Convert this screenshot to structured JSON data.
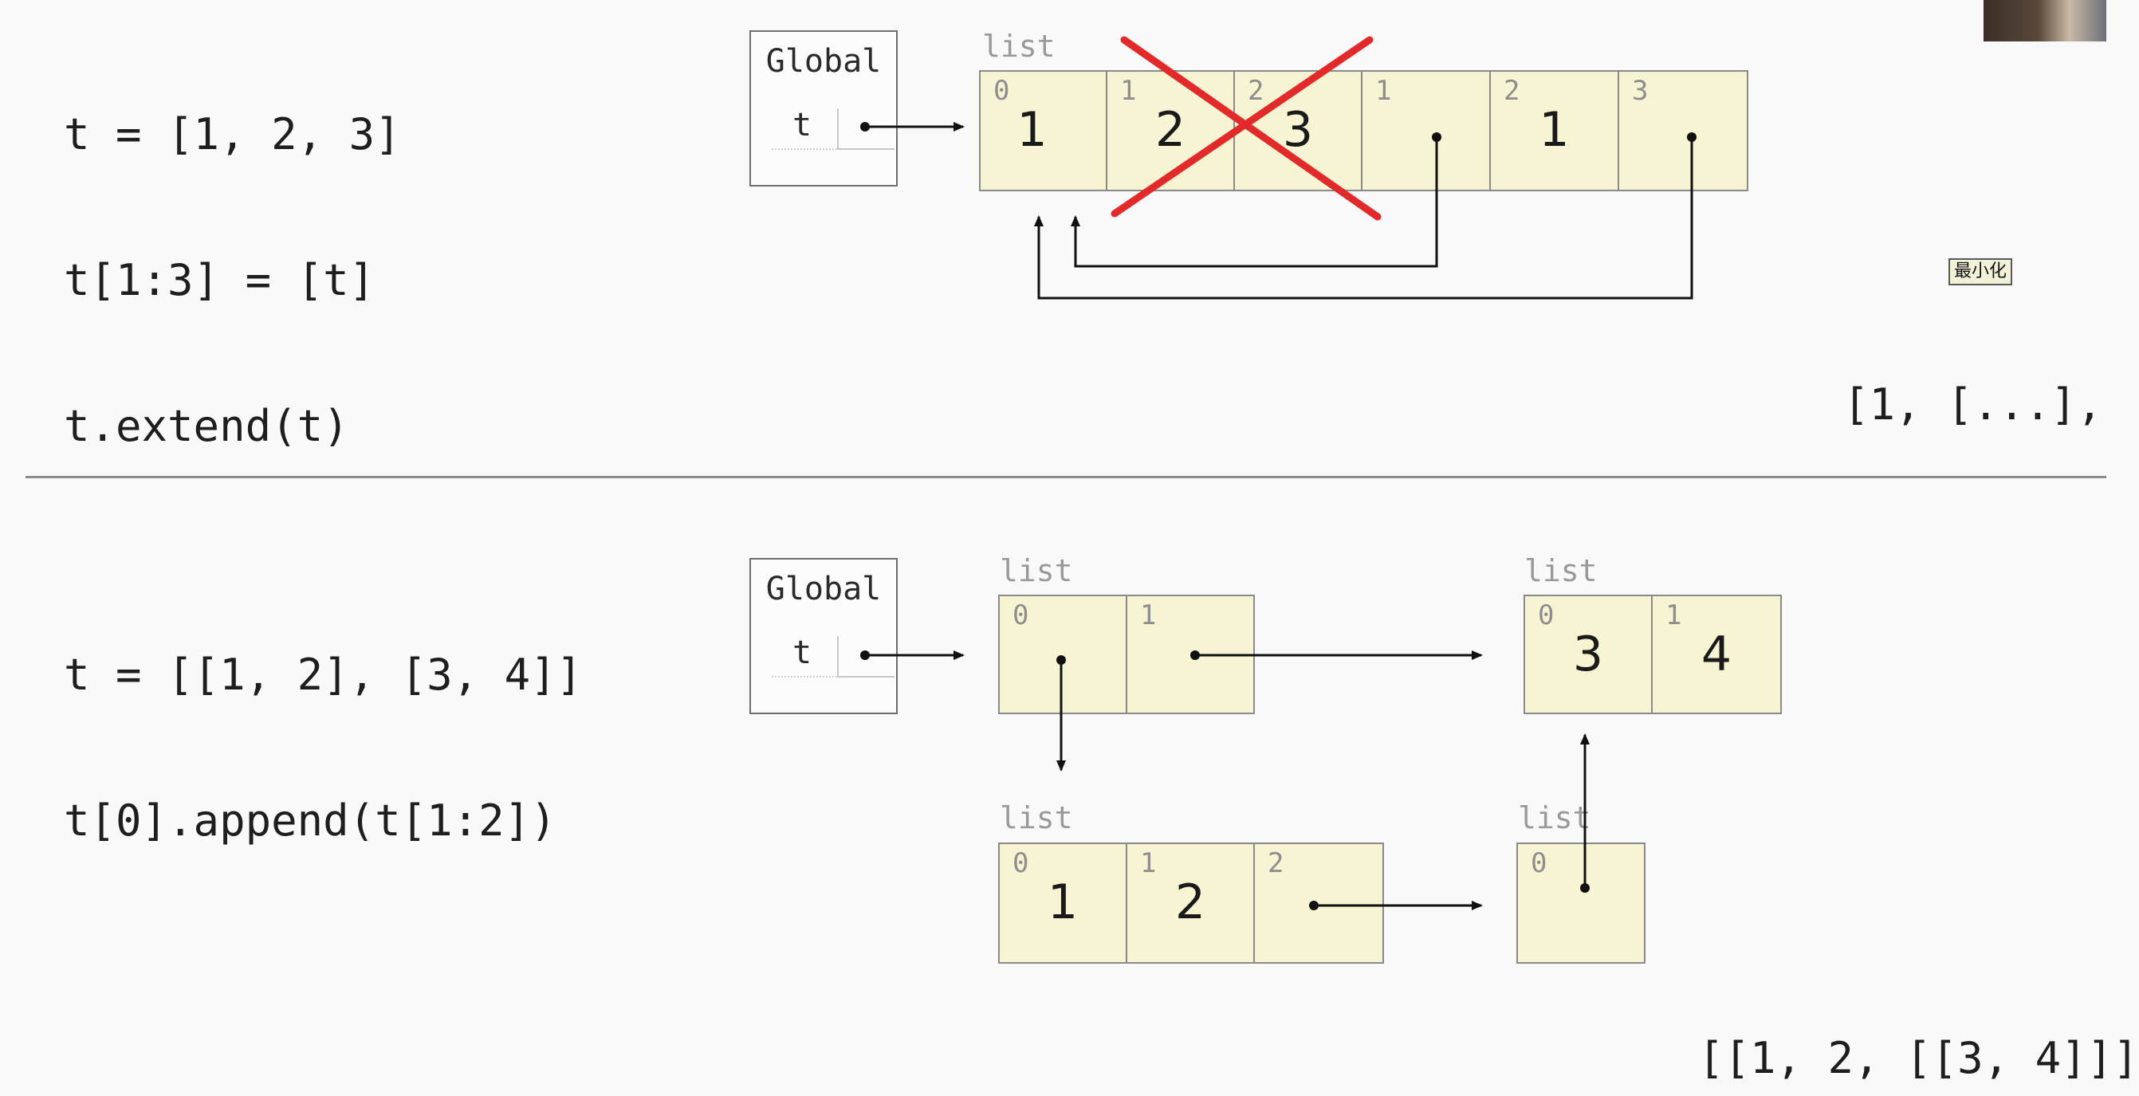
{
  "top": {
    "code": [
      "t = [1, 2, 3]",
      "t[1:3] = [t]",
      "t.extend(t)"
    ],
    "frame": {
      "title": "Global",
      "var": "t"
    },
    "list": {
      "label": "list",
      "cells": [
        {
          "index": "0",
          "value": "1"
        },
        {
          "index": "1",
          "value": "2"
        },
        {
          "index": "2",
          "value": "3"
        },
        {
          "index": "1",
          "value": ""
        },
        {
          "index": "2",
          "value": "1"
        },
        {
          "index": "3",
          "value": ""
        }
      ]
    },
    "output": "[1, [...],"
  },
  "bottom": {
    "code": [
      "t = [[1, 2], [3, 4]]",
      "t[0].append(t[1:2])"
    ],
    "frame": {
      "title": "Global",
      "var": "t"
    },
    "list_a": {
      "label": "list",
      "cells": [
        {
          "index": "0",
          "value": ""
        },
        {
          "index": "1",
          "value": ""
        }
      ]
    },
    "list_b": {
      "label": "list",
      "cells": [
        {
          "index": "0",
          "value": "3"
        },
        {
          "index": "1",
          "value": "4"
        }
      ]
    },
    "list_c": {
      "label": "list",
      "cells": [
        {
          "index": "0",
          "value": "1"
        },
        {
          "index": "1",
          "value": "2"
        },
        {
          "index": "2",
          "value": ""
        }
      ]
    },
    "list_d": {
      "label": "list",
      "cells": [
        {
          "index": "0",
          "value": ""
        }
      ]
    },
    "output": "[[1, 2, [[3, 4]]]"
  },
  "minimize_label": "最小化",
  "colors": {
    "cell_fill": "#f6f4d2",
    "cross": "#e32a2a",
    "arrow": "#111111"
  }
}
